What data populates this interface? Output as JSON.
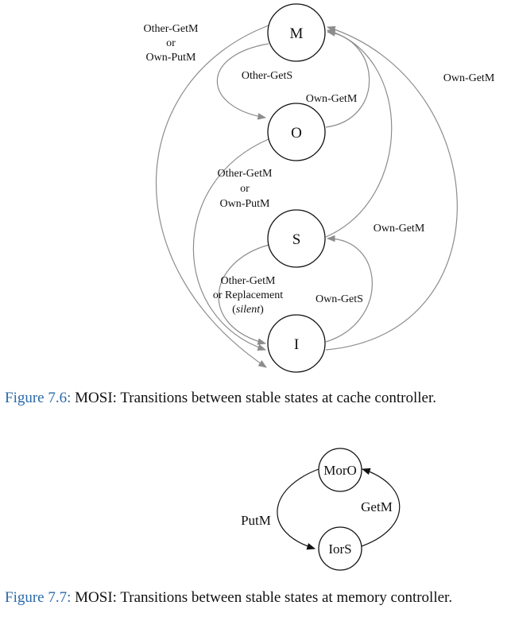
{
  "figure1": {
    "states": {
      "m": "M",
      "o": "O",
      "s": "S",
      "i": "I"
    },
    "labels": {
      "other_getm_or_own_putm_top": [
        "Other-GetM",
        "or",
        "Own-PutM"
      ],
      "other_gets": "Other-GetS",
      "own_getm_o": "Own-GetM",
      "own_getm_right": "Own-GetM",
      "other_getm_or_own_putm_mid": [
        "Other-GetM",
        "or",
        "Own-PutM"
      ],
      "own_getm_s": "Own-GetM",
      "other_getm_or_replacement": [
        "Other-GetM",
        "or Replacement"
      ],
      "silent": "silent",
      "own_gets": "Own-GetS"
    },
    "caption_number": "Figure 7.6:",
    "caption_text": " MOSI: Transitions between stable states at cache controller."
  },
  "figure2": {
    "states": {
      "moro": "MorO",
      "iors": "IorS"
    },
    "labels": {
      "putm": "PutM",
      "getm": "GetM"
    },
    "caption_number": "Figure 7.7:",
    "caption_text": " MOSI: Transitions between stable states at memory controller."
  },
  "colors": {
    "edge_gray": "#8c8c8c",
    "caption_blue": "#2a6aa8"
  }
}
